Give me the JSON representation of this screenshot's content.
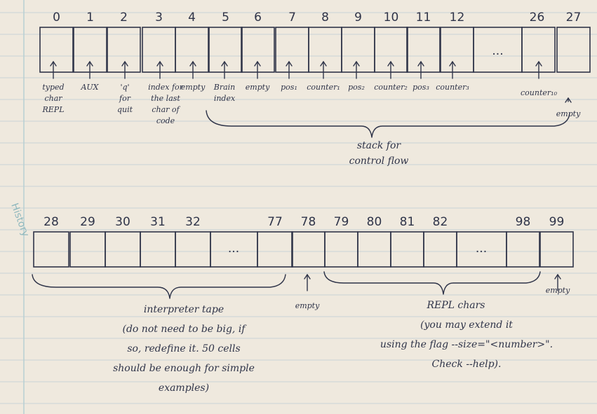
{
  "margin_note": "History",
  "tape1": {
    "indices": [
      "0",
      "1",
      "2",
      "3",
      "4",
      "5",
      "6",
      "7",
      "8",
      "9",
      "10",
      "11",
      "12",
      "26",
      "27"
    ],
    "ellipsis": "...",
    "labels": [
      [
        "typed",
        "char",
        "REPL"
      ],
      [
        "AUX"
      ],
      [
        "'q'",
        "for",
        "quit"
      ],
      [
        "index for",
        "the last",
        "char of",
        "code"
      ],
      [
        "empty"
      ],
      [
        "Brain",
        "index"
      ],
      [
        "empty"
      ],
      [
        "pos₁"
      ],
      [
        "counter₁"
      ],
      [
        "pos₂"
      ],
      [
        "counter₂"
      ],
      [
        "pos₃"
      ],
      [
        "counter₃"
      ],
      [
        "counter₁₀"
      ],
      [
        "empty"
      ]
    ],
    "group_label": [
      "stack for",
      "control flow"
    ]
  },
  "tape2": {
    "indices": [
      "28",
      "29",
      "30",
      "31",
      "32",
      "77",
      "78",
      "79",
      "80",
      "81",
      "82",
      "98",
      "99"
    ],
    "ellipsis": "...",
    "labels": {
      "78": "empty",
      "99": "empty"
    },
    "interpreter_label": [
      "interpreter tape",
      "(do not need to be big, if",
      "so, redefine it. 50 cells",
      "should be enough for simple",
      "examples)"
    ],
    "repl_label": [
      "REPL chars",
      "(you may extend it",
      "using the flag --size=\"<number>\".",
      "Check --help)."
    ]
  }
}
